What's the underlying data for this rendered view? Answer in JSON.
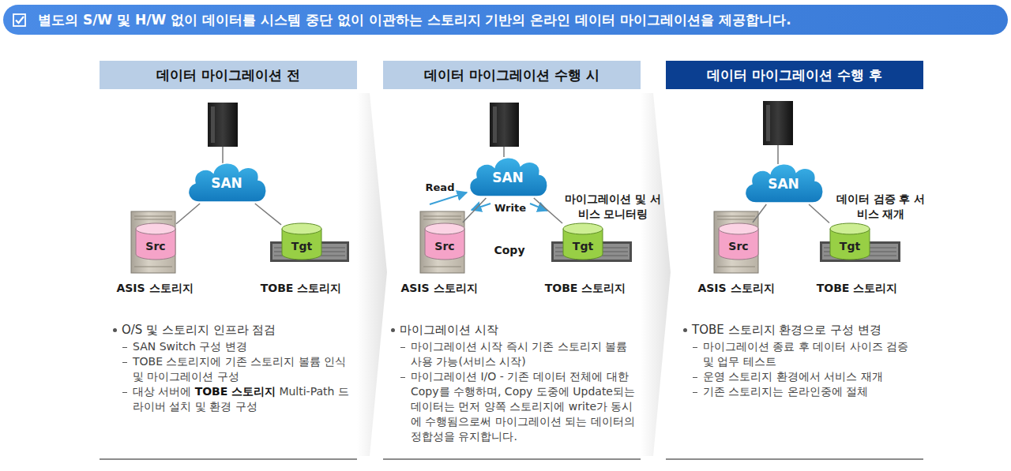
{
  "diagram": {
    "title": "별도의 S/W 및 H/W 없이 데이터를 시스템 중단 없이 이관하는 스토리지 기반의 온라인 데이터 마이그레이션을 제공합니다.",
    "nodes": [
      {
        "text": [
          "데이터 마이그레이션 전"
        ]
      },
      {
        "text": [
          "SAN"
        ]
      },
      {
        "text": [
          "Src"
        ]
      },
      {
        "text": [
          "Tgt"
        ]
      },
      {
        "text": [
          "데이터 마이그레이션 수행 시"
        ]
      },
      {
        "text": [
          "SAN"
        ]
      },
      {
        "text": [
          "Src"
        ]
      },
      {
        "text": [
          "Tgt"
        ]
      },
      {
        "text": [
          "데이터 마이그레이션 수행 후"
        ]
      },
      {
        "text": [
          "SAN"
        ]
      },
      {
        "text": [
          "Src"
        ]
      },
      {
        "text": [
          "Tgt"
        ]
      }
    ],
    "edges": [
      {
        "from": 1,
        "to": 2,
        "arrow": "none"
      },
      {
        "from": 1,
        "to": 3,
        "arrow": "none"
      },
      {
        "from": 5,
        "to": 6,
        "arrow": "none"
      },
      {
        "from": 5,
        "to": 7,
        "arrow": "none"
      },
      {
        "from": 9,
        "to": 10,
        "arrow": "none"
      },
      {
        "from": 9,
        "to": 11,
        "arrow": "none"
      }
    ],
    "labels": [
      "ASIS 스토리지",
      "TOBE 스토리지",
      "O/S 및 스토리지 인프라 점검",
      "SAN Switch 구성 변경",
      "TOBE 스토리지에 기존 스토리지 볼륨 인식 및 마이그레이션 구성",
      "대상 서버에",
      "TOBE 스토리지",
      "Multi-Path 드라이버 설치 및 환경 구성",
      "Read",
      "Write",
      "Copy",
      "마이그레이션 및 서비스 모니터링",
      "ASIS 스토리지",
      "TOBE 스토리지",
      "마이그레이션 시작",
      "마이그레이션 시작 즉시 기존 스토리지 볼륨 사용 가능(서비스 시작)",
      "마이그레이션 I/O - 기존 데이터 전체에 대한 Copy를 수행하며, Copy 도중에 Update되는 데이터는 먼저 양쪽 스토리지에 write가 동시에 수행됨으로써 마이그레이션 되는 데이터의 정합성을 유지합니다.",
      "데이터 검증 후 서비스 재개",
      "ASIS 스토리지",
      "TOBE 스토리지",
      "TOBE 스토리지 환경으로 구성 변경",
      "마이그레이션 종료 후 데이터 사이즈 검증 및 업무 테스트",
      "운영 스토리지 환경에서 서비스 재개",
      "기존 스토리지는 온라인중에 절체"
    ]
  }
}
